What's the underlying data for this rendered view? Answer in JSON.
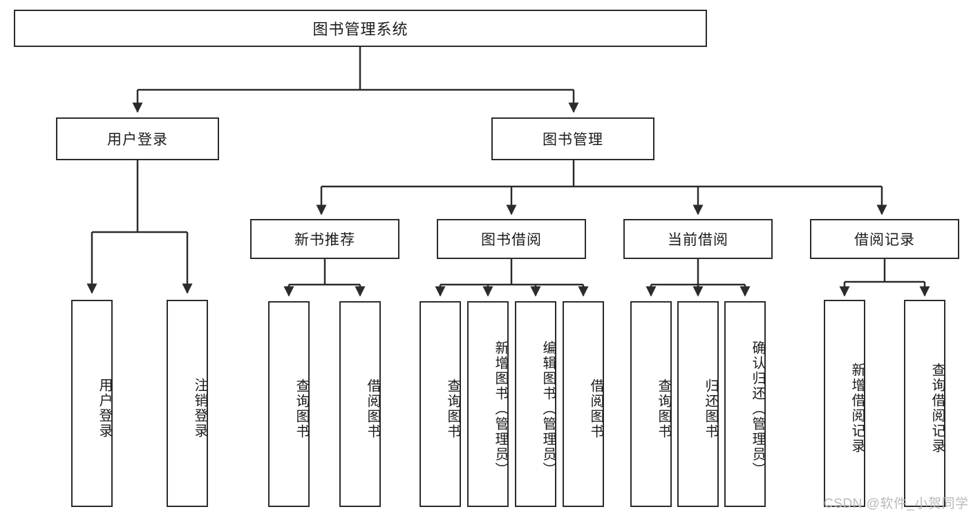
{
  "diagram": {
    "type": "tree-hierarchy",
    "orientation": "top-down",
    "root": {
      "id": "root",
      "label": "图书管理系统"
    },
    "levels": [
      {
        "level": 1,
        "nodes": [
          {
            "id": "root",
            "label": "图书管理系统",
            "parent": null
          }
        ]
      },
      {
        "level": 2,
        "nodes": [
          {
            "id": "login",
            "label": "用户登录",
            "parent": "root"
          },
          {
            "id": "bookmgmt",
            "label": "图书管理",
            "parent": "root"
          }
        ]
      },
      {
        "level": 3,
        "nodes": [
          {
            "id": "newbook",
            "label": "新书推荐",
            "parent": "bookmgmt"
          },
          {
            "id": "borrow",
            "label": "图书借阅",
            "parent": "bookmgmt"
          },
          {
            "id": "current",
            "label": "当前借阅",
            "parent": "bookmgmt"
          },
          {
            "id": "records",
            "label": "借阅记录",
            "parent": "bookmgmt"
          }
        ]
      },
      {
        "level": 4,
        "nodes": [
          {
            "id": "leaf1",
            "label": "用户登录",
            "parent": "login"
          },
          {
            "id": "leaf2",
            "label": "注销登录",
            "parent": "login"
          },
          {
            "id": "leaf3",
            "label": "查询图书",
            "parent": "newbook"
          },
          {
            "id": "leaf4",
            "label": "借阅图书",
            "parent": "newbook"
          },
          {
            "id": "leaf5",
            "label": "查询图书",
            "parent": "borrow"
          },
          {
            "id": "leaf6",
            "label": "新增图书（管理员）",
            "parent": "borrow"
          },
          {
            "id": "leaf7",
            "label": "编辑图书（管理员）",
            "parent": "borrow"
          },
          {
            "id": "leaf8",
            "label": "借阅图书",
            "parent": "borrow"
          },
          {
            "id": "leaf9",
            "label": "查询图书",
            "parent": "current"
          },
          {
            "id": "leaf10",
            "label": "归还图书",
            "parent": "current"
          },
          {
            "id": "leaf11",
            "label": "确认归还（管理员）",
            "parent": "current"
          },
          {
            "id": "leaf12",
            "label": "新增借阅记录",
            "parent": "records"
          },
          {
            "id": "leaf13",
            "label": "查询借阅记录",
            "parent": "records"
          }
        ]
      }
    ]
  },
  "colors": {
    "stroke": "#2b2b2b",
    "background": "#ffffff",
    "text": "#1b1b1b",
    "watermark": "#b9b9b9"
  },
  "watermark": {
    "text": "CSDN @软件_小贺同学"
  }
}
